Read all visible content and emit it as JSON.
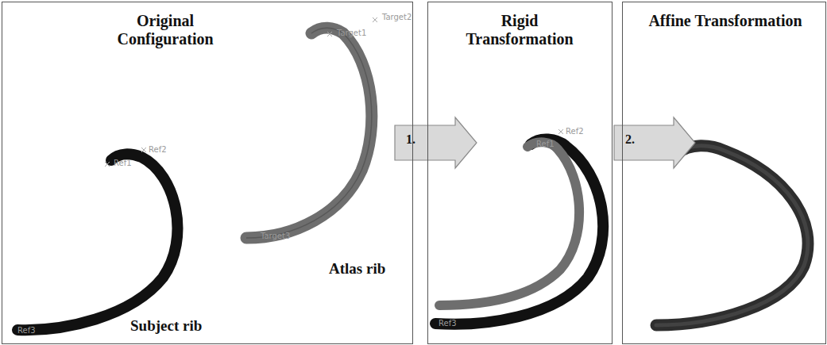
{
  "diagram": {
    "nodes": [
      {
        "text": [
          "Original Configuration"
        ]
      },
      {
        "text": [
          "Rigid Transformation"
        ]
      },
      {
        "text": [
          "Affine Transformation"
        ]
      }
    ],
    "edges": [
      {
        "from": 0,
        "to": 1,
        "arrow": "to",
        "label": "1."
      },
      {
        "from": 1,
        "to": 2,
        "arrow": "to",
        "label": "2."
      }
    ],
    "labels": [
      "Target2",
      "Target1",
      "Target3",
      "Atlas rib",
      "Ref2",
      "Ref1",
      "Ref3",
      "Subject rib",
      "Ref2",
      "Ref1",
      "Ref3"
    ]
  }
}
